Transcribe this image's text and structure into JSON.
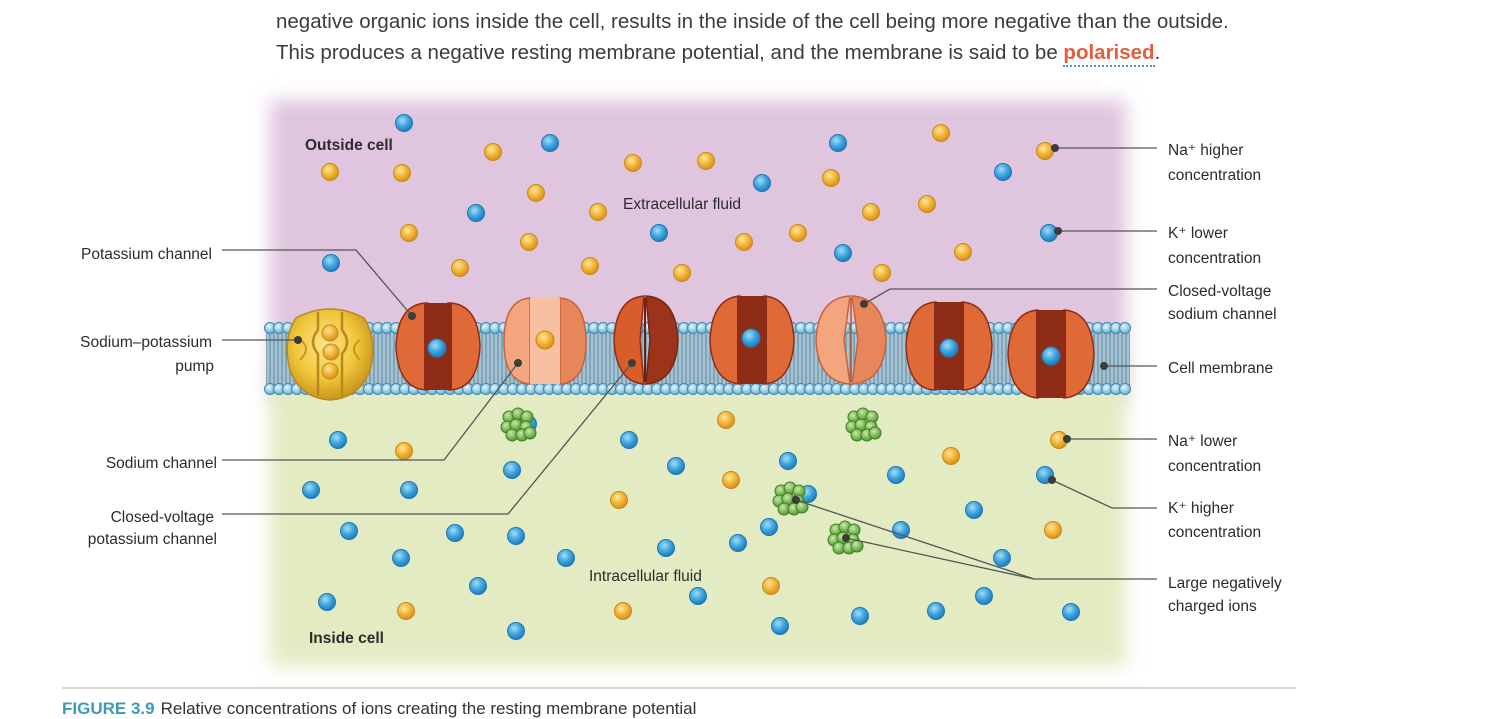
{
  "paragraph": {
    "line1": "negative organic ions inside the cell, results in the inside of the cell being more negative than the outside.",
    "line2_before": "This produces a negative resting membrane potential, and the membrane is said to be ",
    "line2_term": "polarised",
    "line2_after": "."
  },
  "diagram": {
    "region_labels": {
      "outside": "Outside cell",
      "inside": "Inside cell",
      "extracellular": "Extracellular fluid",
      "intracellular": "Intracellular fluid"
    },
    "left_labels": {
      "potassium_channel": "Potassium channel",
      "pump_line1": "Sodium–potassium",
      "pump_line2": "pump",
      "sodium_channel": "Sodium  channel",
      "closed_k_line1": "Closed-voltage",
      "closed_k_line2": "potassium  channel"
    },
    "right_labels": {
      "na_high_line1": "Na⁺ higher",
      "na_high_line2": "concentration",
      "k_low_line1": "K⁺ lower",
      "k_low_line2": "concentration",
      "closed_na_line1": "Closed-voltage",
      "closed_na_line2": "sodium channel",
      "membrane": "Cell membrane",
      "na_low_line1": "Na⁺ lower",
      "na_low_line2": "concentration",
      "k_high_line1": "K⁺ higher",
      "k_high_line2": "concentration",
      "large_ions_line1": "Large negatively",
      "large_ions_line2": "charged ions"
    },
    "colors": {
      "outside_fill": "#dfc5de",
      "inside_fill": "#e3ebc3",
      "membrane": "#8fb0c2",
      "sodium_ion": "#f2b535",
      "potassium_ion": "#3ea5de",
      "large_ion": "#79bf4e",
      "channel_dark": "#8f2c18",
      "channel_mid": "#e06a37",
      "channel_light": "#f3a57e",
      "pump": "#f0c63b"
    }
  },
  "caption": {
    "number": "FIGURE 3.9",
    "text": "Relative concentrations of ions creating the resting membrane potential"
  }
}
